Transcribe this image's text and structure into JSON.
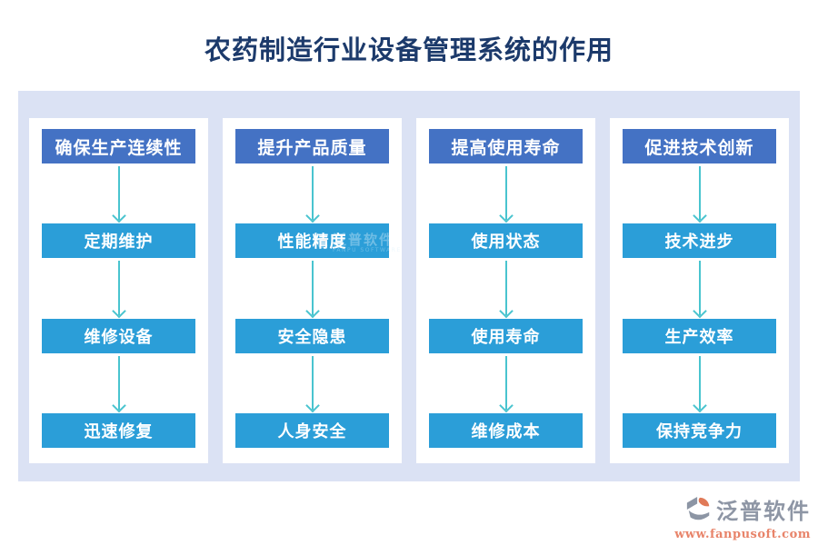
{
  "title": "农药制造行业设备管理系统的作用",
  "columns": [
    {
      "header": "确保生产连续性",
      "steps": [
        "定期维护",
        "维修设备",
        "迅速修复"
      ]
    },
    {
      "header": "提升产品质量",
      "steps": [
        "性能精度",
        "安全隐患",
        "人身安全"
      ]
    },
    {
      "header": "提高使用寿命",
      "steps": [
        "使用状态",
        "使用寿命",
        "维修成本"
      ]
    },
    {
      "header": "促进技术创新",
      "steps": [
        "技术进步",
        "生产效率",
        "保持竞争力"
      ]
    }
  ],
  "watermark": {
    "brand": "泛普软件",
    "subtitle": "FANPU SOFTWARE"
  },
  "footer": {
    "brand": "泛普软件",
    "url": "www.fanpusoft.com"
  },
  "icons": {
    "arrow": "arrow-down-icon",
    "logo": "fanpu-logo-icon"
  },
  "colors": {
    "title_text": "#1c3a6b",
    "board_background": "#dbe2f4",
    "panel_background": "#ffffff",
    "header_box_blue": "#4472c4",
    "step_box_blue": "#2b9ed8",
    "arrow_cyan": "#49c4cf",
    "box_text": "#ffffff",
    "brand_gray": "#8e96a5",
    "brand_orange": "#e8846a",
    "logo_leaf_orange": "#e07a58"
  }
}
